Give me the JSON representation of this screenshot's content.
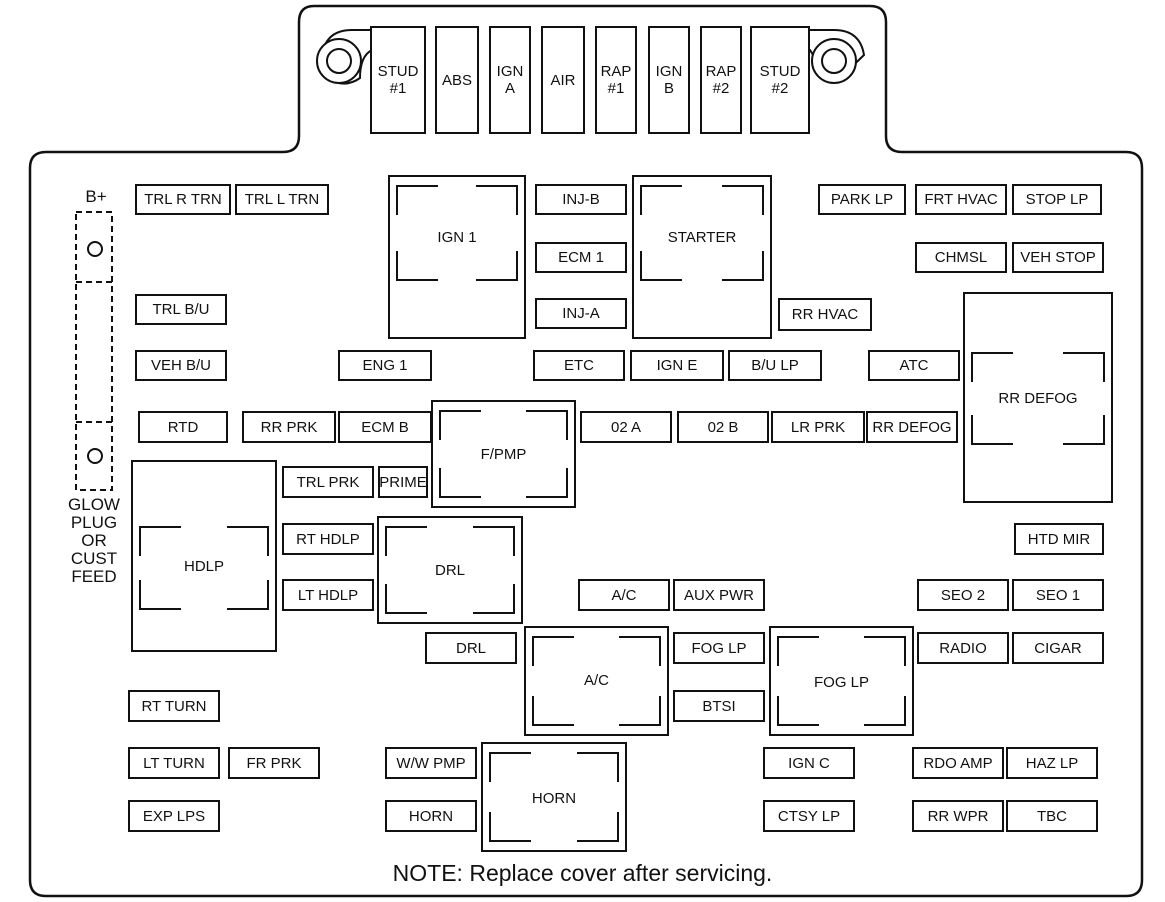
{
  "top_fuses": [
    {
      "id": "stud1",
      "label": "STUD #1"
    },
    {
      "id": "abs",
      "label": "ABS"
    },
    {
      "id": "ign-a",
      "label": "IGN A"
    },
    {
      "id": "air",
      "label": "AIR"
    },
    {
      "id": "rap1",
      "label": "RAP #1"
    },
    {
      "id": "ign-b",
      "label": "IGN B"
    },
    {
      "id": "rap2",
      "label": "RAP #2"
    },
    {
      "id": "stud2",
      "label": "STUD #2"
    }
  ],
  "fuses": {
    "trl_r_trn": "TRL R TRN",
    "trl_l_trn": "TRL L TRN",
    "inj_b": "INJ-B",
    "ecm_1": "ECM 1",
    "inj_a": "INJ-A",
    "park_lp": "PARK LP",
    "frt_hvac": "FRT HVAC",
    "stop_lp": "STOP LP",
    "chmsl": "CHMSL",
    "veh_stop": "VEH STOP",
    "rr_hvac": "RR HVAC",
    "trl_bu": "TRL B/U",
    "veh_bu": "VEH B/U",
    "eng_1": "ENG 1",
    "etc": "ETC",
    "ign_e": "IGN E",
    "bu_lp": "B/U LP",
    "atc": "ATC",
    "rtd": "RTD",
    "rr_prk": "RR PRK",
    "ecm_b": "ECM B",
    "o2_a": "02 A",
    "o2_b": "02 B",
    "lr_prk": "LR PRK",
    "rr_defog": "RR DEFOG",
    "trl_prk": "TRL PRK",
    "prime": "PRIME",
    "rt_hdlp": "RT HDLP",
    "lt_hdlp": "LT HDLP",
    "htd_mir": "HTD MIR",
    "ac": "A/C",
    "aux_pwr": "AUX PWR",
    "seo_2": "SEO 2",
    "seo_1": "SEO 1",
    "drl": "DRL",
    "fog_lp": "FOG LP",
    "radio": "RADIO",
    "cigar": "CIGAR",
    "btsi": "BTSI",
    "rt_turn": "RT TURN",
    "lt_turn": "LT TURN",
    "fr_prk": "FR PRK",
    "ww_pmp": "W/W PMP",
    "ign_c": "IGN C",
    "rdo_amp": "RDO AMP",
    "haz_lp": "HAZ LP",
    "exp_lps": "EXP LPS",
    "horn": "HORN",
    "ctsy_lp": "CTSY LP",
    "rr_wpr": "RR WPR",
    "tbc": "TBC"
  },
  "relays": {
    "ign_1": "IGN 1",
    "starter": "STARTER",
    "rr_defog": "RR DEFOG",
    "fpmp": "F/PMP",
    "hdlp": "HDLP",
    "drl": "DRL",
    "ac": "A/C",
    "fog_lp": "FOG LP",
    "horn": "HORN"
  },
  "side": {
    "b_plus": "B+",
    "glow_plug": "GLOW PLUG OR CUST FEED"
  },
  "note": "NOTE: Replace cover after servicing."
}
